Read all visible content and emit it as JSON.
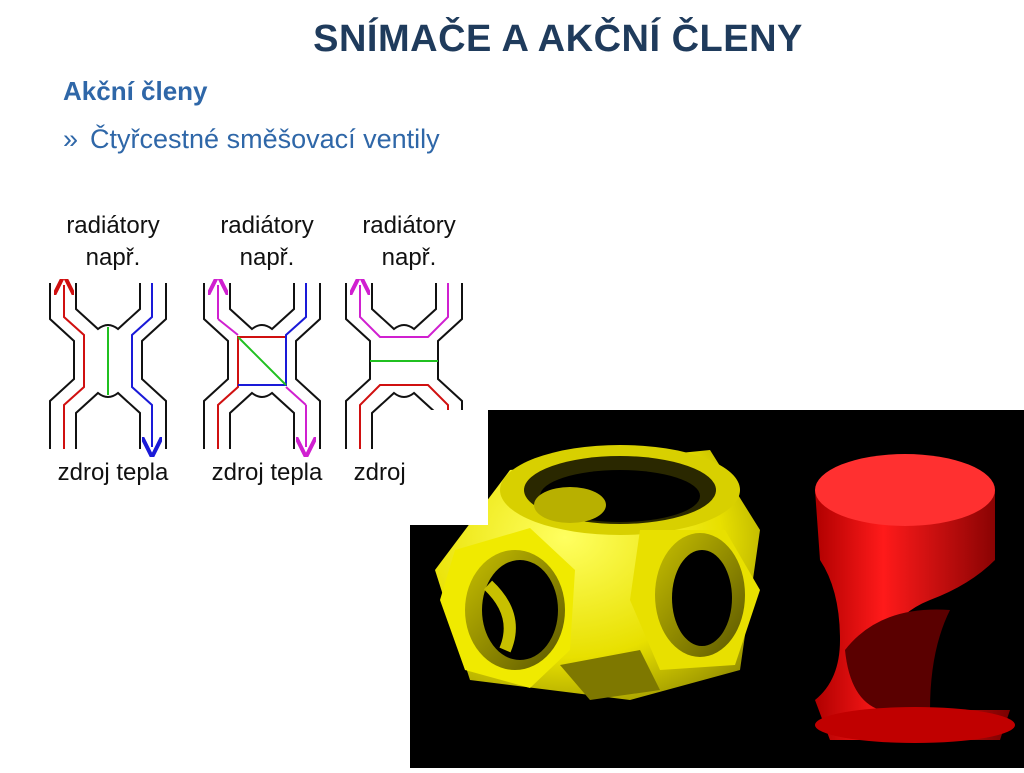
{
  "title": "SNÍMAČE A AKČNÍ ČLENY",
  "subtitle": "Akční členy",
  "bullet": {
    "mark": "»",
    "text": "Čtyřcestné směšovací ventily"
  },
  "diagrams": [
    {
      "top_label_1": "radiátory",
      "top_label_2": "např.",
      "bottom_label": "zdroj tepla",
      "state": "straight"
    },
    {
      "top_label_1": "radiátory",
      "top_label_2": "např.",
      "bottom_label": "zdroj tepla",
      "state": "mixing"
    },
    {
      "top_label_1": "radiátory",
      "top_label_2": "např.",
      "bottom_label": "zdroj tepla",
      "state": "cross"
    }
  ],
  "colors": {
    "title": "#1f3b5c",
    "text": "#2f67a8",
    "supply": "#d01010",
    "return": "#1a1ad8",
    "mixed": "#d020d0",
    "valve_plate": "#20c020",
    "valve_body": "#ffef00",
    "actuator": "#e00000"
  }
}
